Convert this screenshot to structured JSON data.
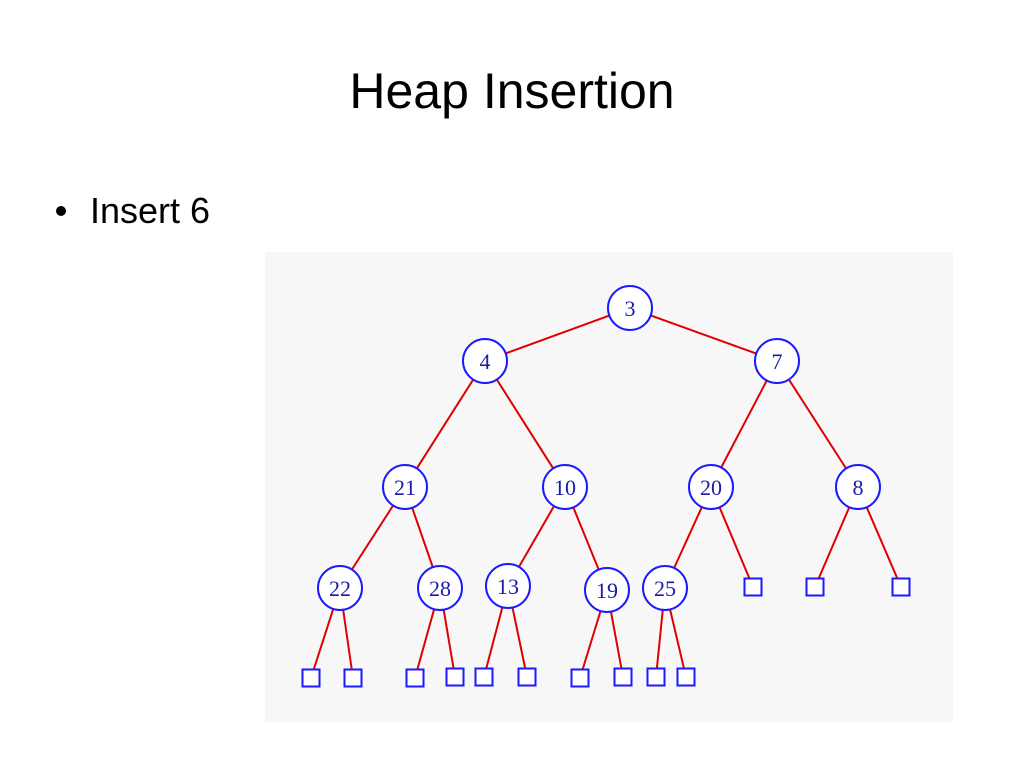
{
  "slide": {
    "title": "Heap Insertion",
    "bullets": [
      "Insert 6"
    ]
  },
  "colors": {
    "node_stroke": "#1a1aff",
    "node_text": "#1a1aa8",
    "edge": "#e00000",
    "panel_background": "#f7f7f7"
  },
  "heap": {
    "nodes": [
      {
        "id": "n1",
        "label": "3",
        "kind": "value"
      },
      {
        "id": "n2",
        "label": "4",
        "kind": "value"
      },
      {
        "id": "n3",
        "label": "7",
        "kind": "value"
      },
      {
        "id": "n4",
        "label": "21",
        "kind": "value"
      },
      {
        "id": "n5",
        "label": "10",
        "kind": "value"
      },
      {
        "id": "n6",
        "label": "20",
        "kind": "value"
      },
      {
        "id": "n7",
        "label": "8",
        "kind": "value"
      },
      {
        "id": "n8",
        "label": "22",
        "kind": "value"
      },
      {
        "id": "n9",
        "label": "28",
        "kind": "value"
      },
      {
        "id": "n10",
        "label": "13",
        "kind": "value"
      },
      {
        "id": "n11",
        "label": "19",
        "kind": "value"
      },
      {
        "id": "n12",
        "label": "25",
        "kind": "value"
      },
      {
        "id": "e13",
        "label": "",
        "kind": "empty"
      },
      {
        "id": "e14",
        "label": "",
        "kind": "empty"
      },
      {
        "id": "e15",
        "label": "",
        "kind": "empty"
      },
      {
        "id": "e16",
        "label": "",
        "kind": "empty"
      },
      {
        "id": "e17",
        "label": "",
        "kind": "empty"
      },
      {
        "id": "e18",
        "label": "",
        "kind": "empty"
      },
      {
        "id": "e19",
        "label": "",
        "kind": "empty"
      },
      {
        "id": "e20",
        "label": "",
        "kind": "empty"
      },
      {
        "id": "e21",
        "label": "",
        "kind": "empty"
      },
      {
        "id": "e22",
        "label": "",
        "kind": "empty"
      },
      {
        "id": "e23",
        "label": "",
        "kind": "empty"
      },
      {
        "id": "e24",
        "label": "",
        "kind": "empty"
      },
      {
        "id": "e25",
        "label": "",
        "kind": "empty"
      }
    ],
    "edges": [
      [
        "n1",
        "n2"
      ],
      [
        "n1",
        "n3"
      ],
      [
        "n2",
        "n4"
      ],
      [
        "n2",
        "n5"
      ],
      [
        "n3",
        "n6"
      ],
      [
        "n3",
        "n7"
      ],
      [
        "n4",
        "n8"
      ],
      [
        "n4",
        "n9"
      ],
      [
        "n5",
        "n10"
      ],
      [
        "n5",
        "n11"
      ],
      [
        "n6",
        "n12"
      ],
      [
        "n6",
        "e13"
      ],
      [
        "n7",
        "e14"
      ],
      [
        "n7",
        "e15"
      ],
      [
        "n8",
        "e16"
      ],
      [
        "n8",
        "e17"
      ],
      [
        "n9",
        "e18"
      ],
      [
        "n9",
        "e19"
      ],
      [
        "n10",
        "e20"
      ],
      [
        "n10",
        "e21"
      ],
      [
        "n11",
        "e22"
      ],
      [
        "n11",
        "e23"
      ],
      [
        "n12",
        "e24"
      ],
      [
        "n12",
        "e25"
      ]
    ]
  }
}
